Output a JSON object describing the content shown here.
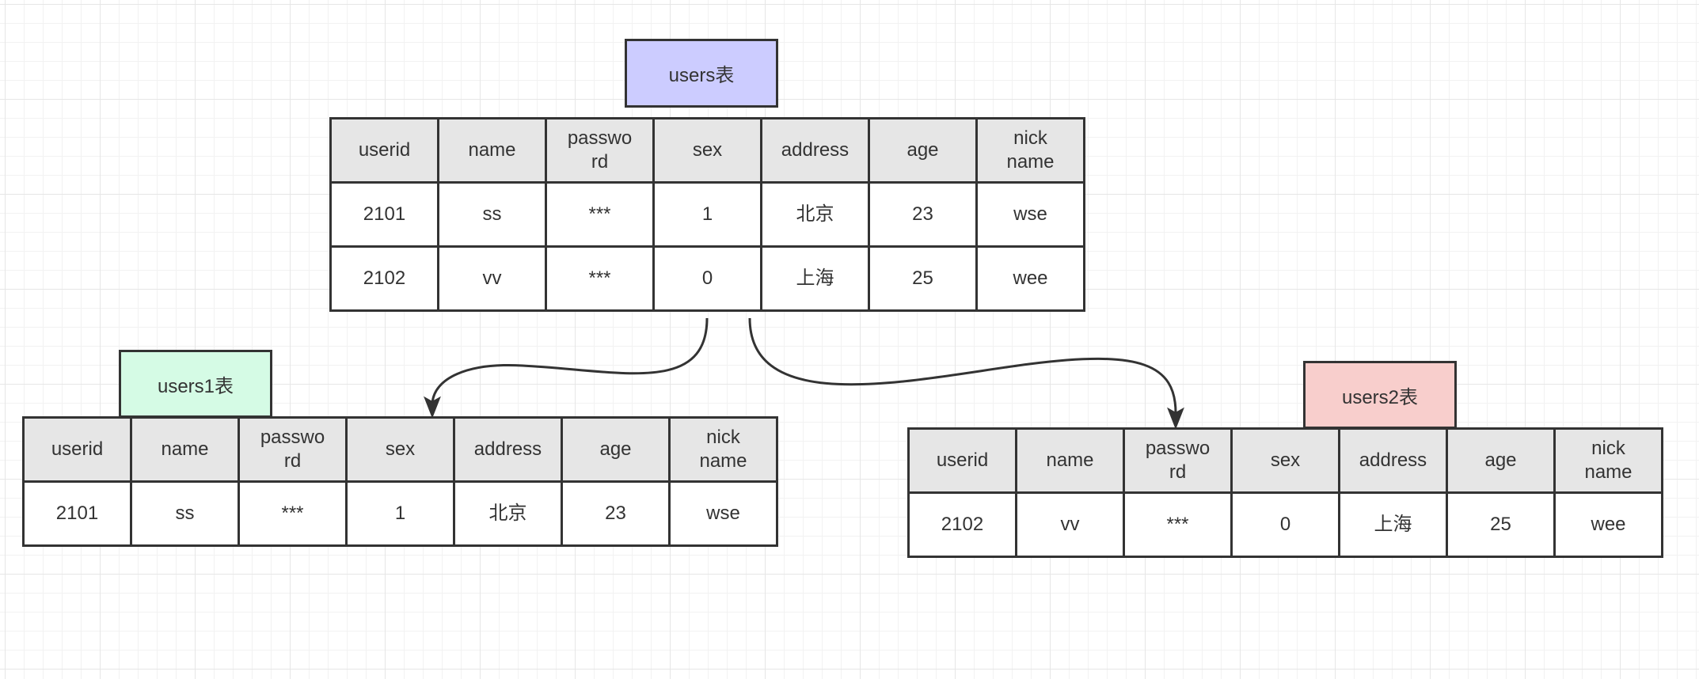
{
  "colors": {
    "users_title_fill": "#ccccff",
    "users1_title_fill": "#d5fbe5",
    "users2_title_fill": "#f8cecc",
    "header_fill": "#e6e6e6",
    "stroke": "#333333"
  },
  "tables": {
    "users": {
      "title": "users表",
      "headers": [
        "userid",
        "name",
        "passwo\nrd",
        "sex",
        "address",
        "age",
        "nick\nname"
      ],
      "rows": [
        [
          "2101",
          "ss",
          "***",
          "1",
          "北京",
          "23",
          "wse"
        ],
        [
          "2102",
          "vv",
          "***",
          "0",
          "上海",
          "25",
          "wee"
        ]
      ]
    },
    "users1": {
      "title": "users1表",
      "headers": [
        "userid",
        "name",
        "passwo\nrd",
        "sex",
        "address",
        "age",
        "nick\nname"
      ],
      "rows": [
        [
          "2101",
          "ss",
          "***",
          "1",
          "北京",
          "23",
          "wse"
        ]
      ]
    },
    "users2": {
      "title": "users2表",
      "headers": [
        "userid",
        "name",
        "passwo\nrd",
        "sex",
        "address",
        "age",
        "nick\nname"
      ],
      "rows": [
        [
          "2102",
          "vv",
          "***",
          "0",
          "上海",
          "25",
          "wee"
        ]
      ]
    }
  }
}
